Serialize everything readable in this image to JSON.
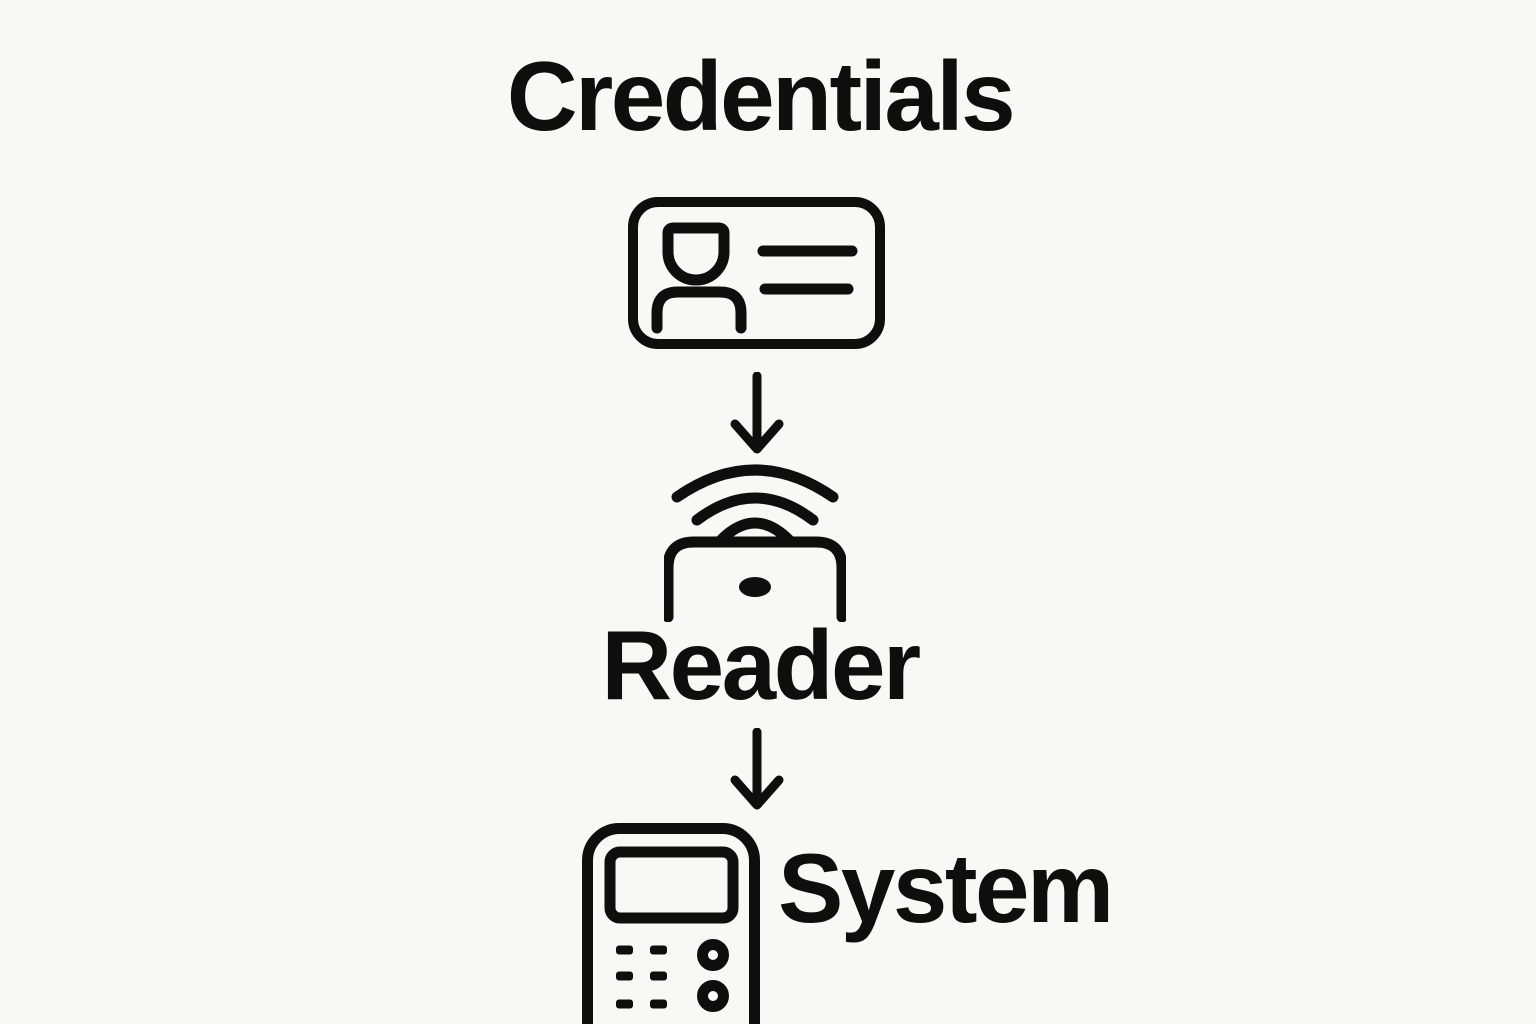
{
  "page": {
    "background_color": "#f8f8f6",
    "ink_color": "#0e0e0e"
  },
  "diagram": {
    "type": "flow",
    "direction": "top-down",
    "nodes": [
      {
        "id": "credentials",
        "label": "Credentials",
        "icon": "id-card-icon",
        "label_position": "above-icon"
      },
      {
        "id": "reader",
        "label": "Reader",
        "icon": "contactless-reader-icon",
        "label_position": "below-icon"
      },
      {
        "id": "system",
        "label": "System",
        "icon": "access-control-terminal-icon",
        "label_position": "right-of-icon"
      }
    ],
    "connectors": [
      {
        "from": "credentials",
        "to": "reader",
        "type": "arrow-down"
      },
      {
        "from": "reader",
        "to": "system",
        "type": "arrow-down"
      }
    ]
  }
}
